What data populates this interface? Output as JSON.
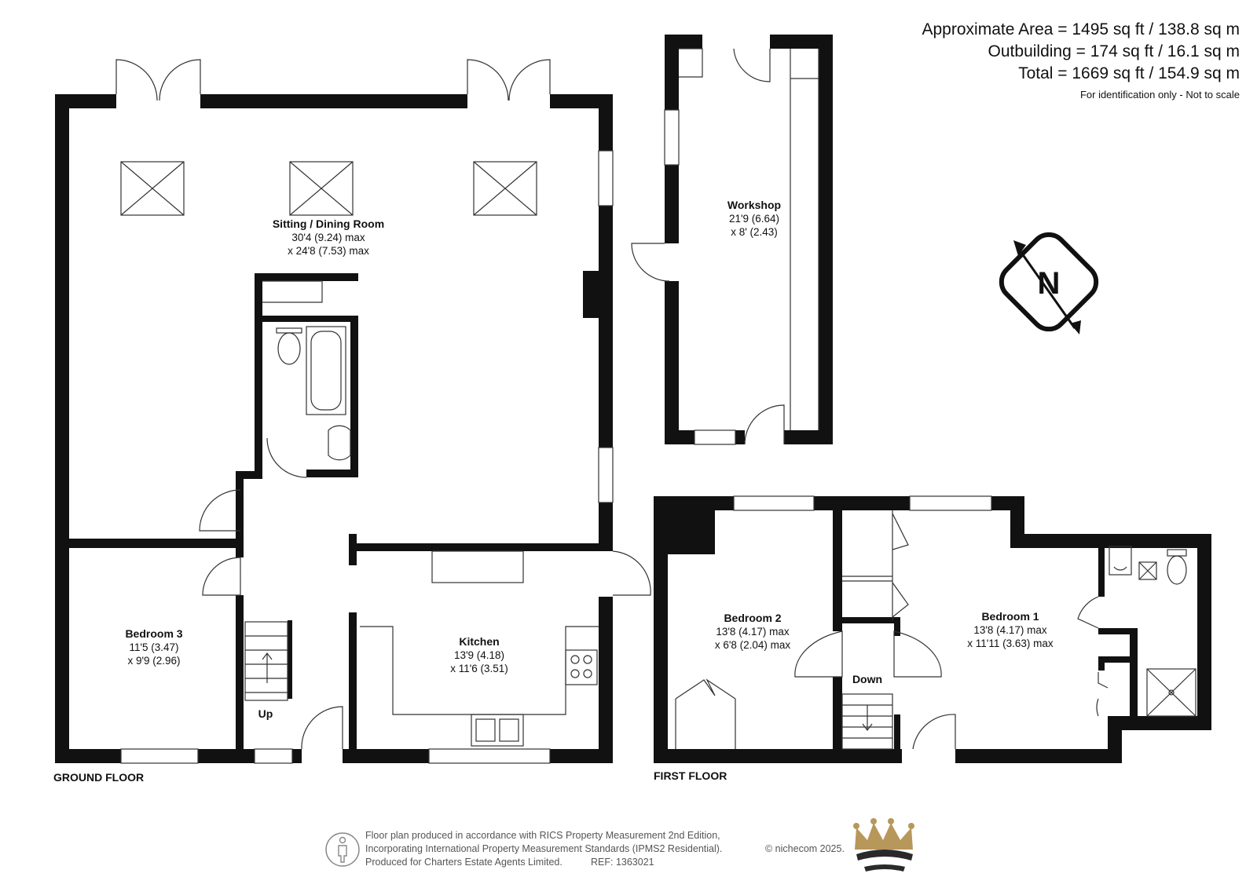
{
  "areas": {
    "approximate": "Approximate Area = 1495 sq ft / 138.8 sq m",
    "outbuilding": "Outbuilding = 174 sq ft / 16.1 sq m",
    "total": "Total = 1669 sq ft / 154.9 sq m",
    "note": "For identification only - Not to scale"
  },
  "floors": {
    "ground": "GROUND FLOOR",
    "first": "FIRST FLOOR"
  },
  "rooms": {
    "sitting": {
      "name": "Sitting / Dining Room",
      "dim1": "30'4 (9.24) max",
      "dim2": "x 24'8 (7.53) max"
    },
    "workshop": {
      "name": "Workshop",
      "dim1": "21'9 (6.64)",
      "dim2": "x 8' (2.43)"
    },
    "bedroom3": {
      "name": "Bedroom 3",
      "dim1": "11'5 (3.47)",
      "dim2": "x 9'9 (2.96)"
    },
    "kitchen": {
      "name": "Kitchen",
      "dim1": "13'9 (4.18)",
      "dim2": "x 11'6 (3.51)"
    },
    "bedroom2": {
      "name": "Bedroom 2",
      "dim1": "13'8 (4.17) max",
      "dim2": "x 6'8 (2.04) max"
    },
    "bedroom1": {
      "name": "Bedroom 1",
      "dim1": "13'8 (4.17) max",
      "dim2": "x 11'11 (3.63) max"
    }
  },
  "stairs": {
    "up": "Up",
    "down": "Down"
  },
  "compass": {
    "letter": "N",
    "icon": "compass-north-icon"
  },
  "footer": {
    "line1": "Floor plan produced in accordance with RICS Property Measurement 2nd Edition,",
    "line2": "Incorporating International Property Measurement Standards (IPMS2 Residential).",
    "line3": "Produced for Charters Estate Agents Limited.",
    "ref": "REF: 1363021",
    "copyright": "© nichecom 2025.",
    "icon": "person-icon",
    "logo": "crown-logo"
  },
  "colors": {
    "walls": "#111111",
    "logo_gold": "#b8975a",
    "logo_dark": "#2a2a2a"
  }
}
